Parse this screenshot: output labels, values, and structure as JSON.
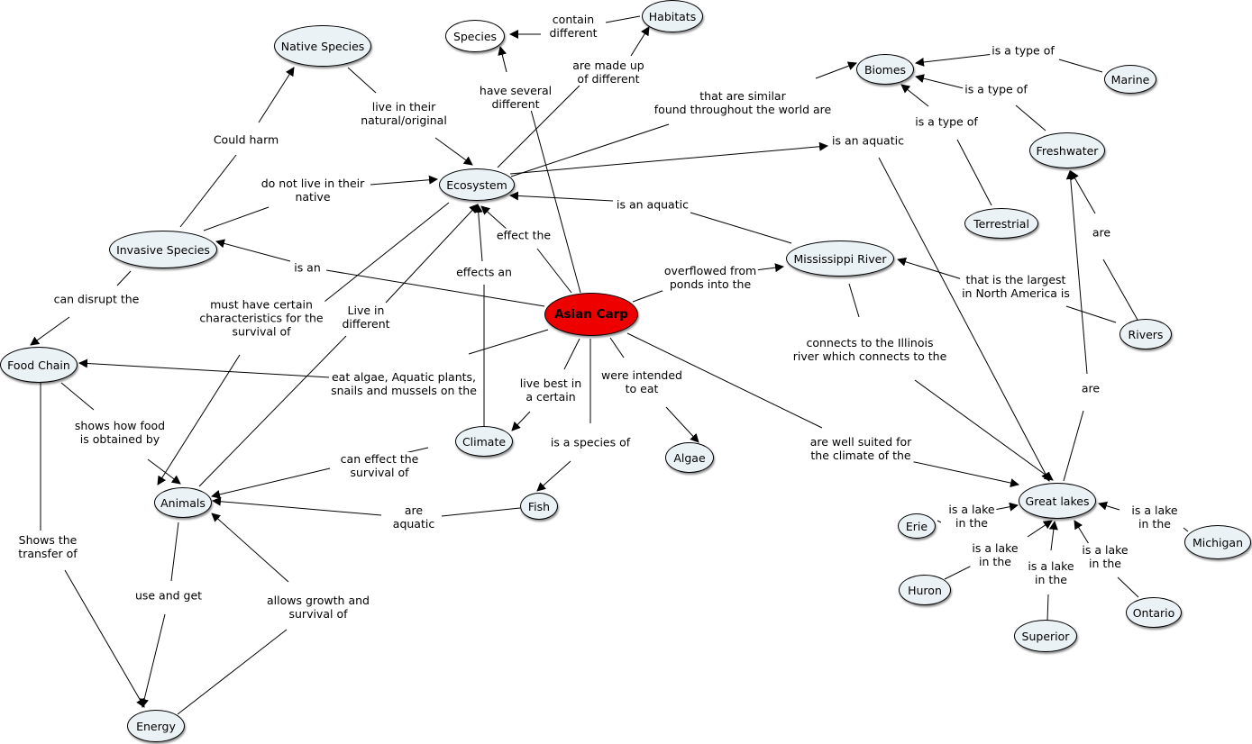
{
  "nodes": {
    "species": "Species",
    "habitats": "Habitats",
    "native_species": "Native Species",
    "biomes": "Biomes",
    "marine": "Marine",
    "ecosystem": "Ecosystem",
    "freshwater": "Freshwater",
    "invasive_species": "Invasive Species",
    "terrestrial": "Terrestrial",
    "mississippi_river": "Mississippi River",
    "asian_carp": "Asian Carp",
    "food_chain": "Food Chain",
    "rivers": "Rivers",
    "climate": "Climate",
    "algae": "Algae",
    "animals": "Animals",
    "fish": "Fish",
    "great_lakes": "Great lakes",
    "erie": "Erie",
    "michigan": "Michigan",
    "huron": "Huron",
    "ontario": "Ontario",
    "superior": "Superior",
    "energy": "Energy"
  },
  "links": {
    "contain_different": "contain\ndifferent",
    "have_several_different": "have several\ndifferent",
    "are_made_up_of": "are made up\nof different",
    "live_in_natural": "live in their\nnatural/original",
    "could_harm": "Could harm",
    "do_not_live": "do not live in their\nnative",
    "similar_found": "that are similar\nfound throughout the world are",
    "is_type_of_marine": "is a type of",
    "is_type_of_fresh": "is a type of",
    "is_type_of_terr": "is a type of",
    "is_an_aquatic_top": "is an aquatic",
    "is_an_aquatic_miss": "is an aquatic",
    "effect_the": "effect the",
    "effects_an": "effects an",
    "is_an": "is an",
    "can_disrupt": "can disrupt the",
    "must_have": "must have certain\ncharacteristics for the\nsurvival of",
    "live_in_different": "Live in\ndifferent",
    "overflowed": "overflowed from\nponds into the",
    "largest_na": "that is the largest\nin North America is",
    "are_rivers": "are",
    "connects_illinois": "connects to the Illinois\nriver which connects to the",
    "are_great": "are",
    "eat_algae": "eat algae, Aquatic plants,\nsnails and mussels on the",
    "live_best": "live best in\na certain",
    "intended_eat": "were intended\nto eat",
    "species_of": "is a species of",
    "well_suited": "are well suited for\nthe climate of the",
    "shows_food": "shows how food\nis obtained by",
    "can_effect": "can effect the\nsurvival of",
    "aquatic": "are\naquatic",
    "shows_transfer": "Shows the\ntransfer of",
    "use_get": "use and get",
    "allows_growth": "allows growth and\nsurvival of",
    "lake_erie": "is a lake\nin the",
    "lake_michigan": "is a lake\nin the",
    "lake_huron": "is a lake\nin the",
    "lake_superior": "is a lake\nin the",
    "lake_ontario": "is a lake\nin the"
  },
  "colors": {
    "node_fill": "#ebf2f5",
    "central_fill": "#ee0000",
    "line": "#000000"
  }
}
